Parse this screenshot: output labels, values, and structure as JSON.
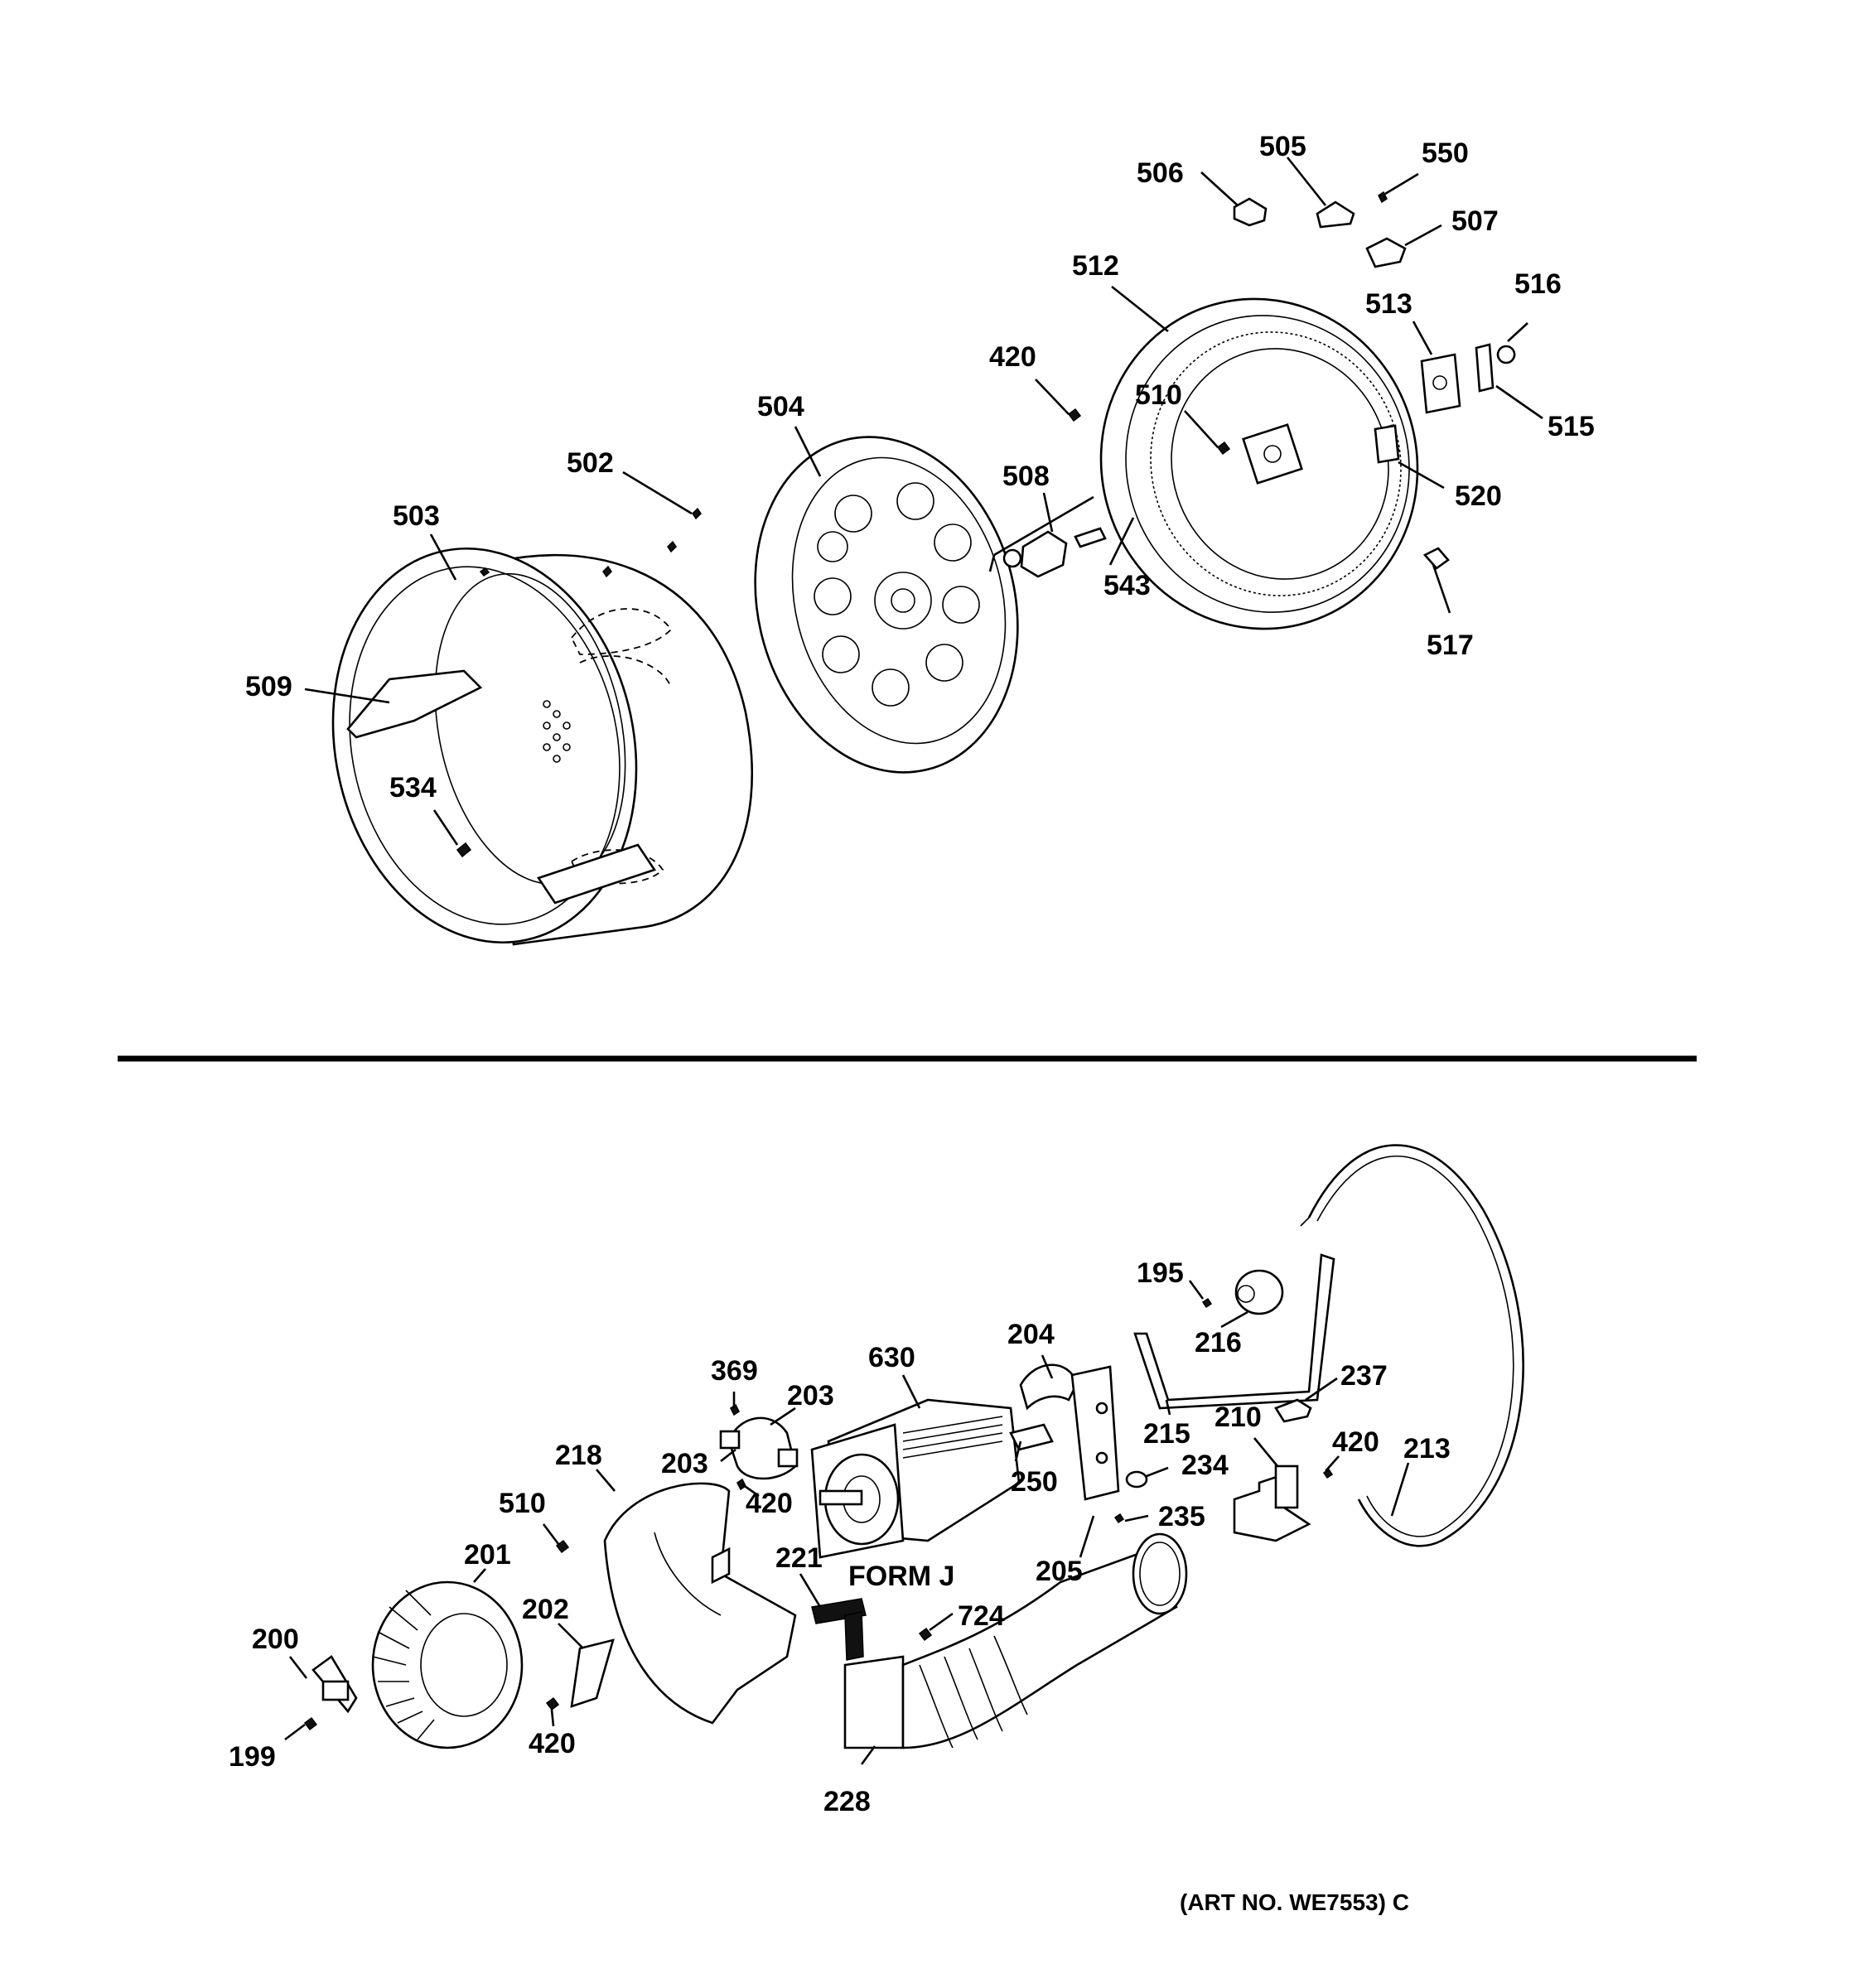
{
  "diagram": {
    "art_number": "(ART NO. WE7553) C",
    "form_label": "FORM J",
    "upper_callouts": [
      "506",
      "505",
      "550",
      "507",
      "512",
      "516",
      "513",
      "420",
      "510",
      "515",
      "504",
      "520",
      "502",
      "508",
      "503",
      "543",
      "517",
      "509",
      "534"
    ],
    "lower_callouts": [
      "195",
      "216",
      "630",
      "204",
      "369",
      "203",
      "237",
      "203",
      "215",
      "210",
      "420",
      "213",
      "218",
      "234",
      "420",
      "250",
      "510",
      "235",
      "201",
      "221",
      "205",
      "724",
      "200",
      "202",
      "199",
      "420",
      "228"
    ]
  }
}
